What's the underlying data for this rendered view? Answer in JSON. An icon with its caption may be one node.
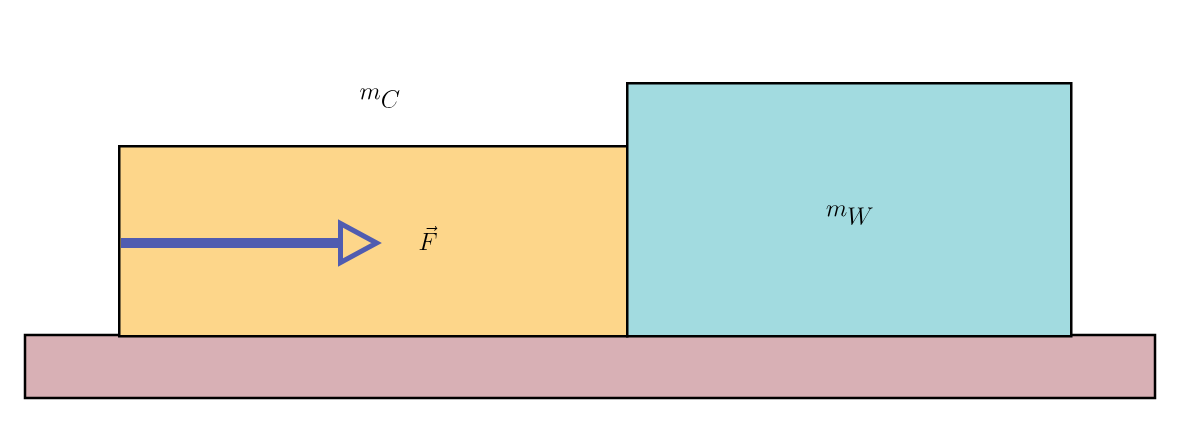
{
  "diagram": {
    "nodes": [
      {
        "text": [
          "m_C"
        ]
      },
      {
        "text": [
          "m_W"
        ]
      }
    ],
    "labels": [
      "\\vec{F}"
    ]
  }
}
